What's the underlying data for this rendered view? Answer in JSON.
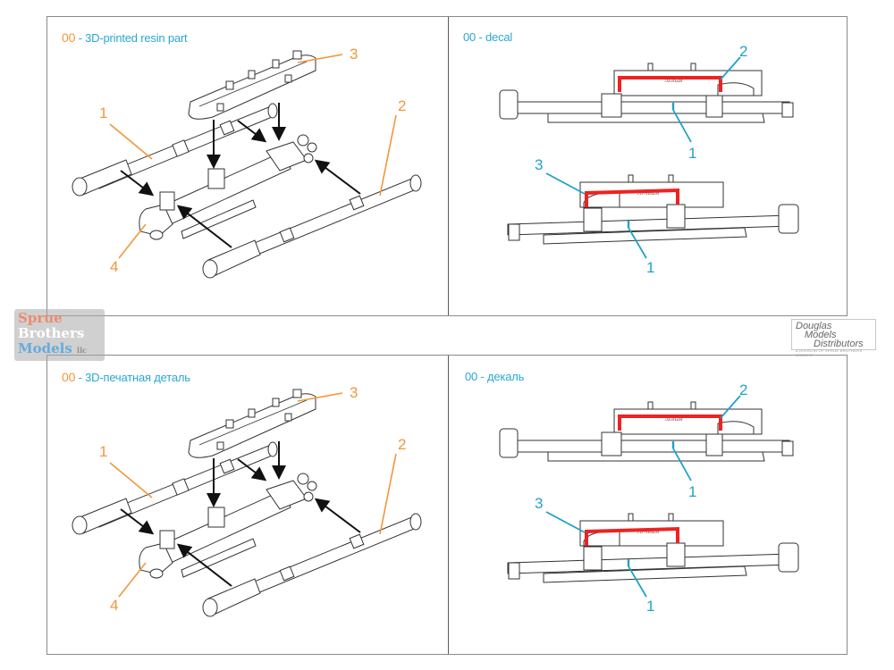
{
  "panels": [
    {
      "id": "top",
      "language": "en",
      "assembly": {
        "caption_number": "00",
        "caption_text": " - 3D-printed resin part",
        "callouts": [
          "1",
          "2",
          "3",
          "4"
        ]
      },
      "decal": {
        "caption_text": "00 - decal",
        "upper_view_callouts": [
          "2",
          "1"
        ],
        "lower_view_callouts": [
          "3",
          "1"
        ],
        "engraving_upper": "ЛЕВЫЙ",
        "engraving_lower": "ПРАВЫЙ"
      }
    },
    {
      "id": "bottom",
      "language": "ru",
      "assembly": {
        "caption_number": "00",
        "caption_text": " - 3D-печатная деталь",
        "callouts": [
          "1",
          "2",
          "3",
          "4"
        ]
      },
      "decal": {
        "caption_text": "00 - декаль",
        "upper_view_callouts": [
          "2",
          "1"
        ],
        "lower_view_callouts": [
          "3",
          "1"
        ],
        "engraving_upper": "ЛЕВЫЙ",
        "engraving_lower": "ПРАВЫЙ"
      }
    }
  ],
  "watermarks": {
    "left": {
      "line1": "Sprue",
      "line2": "Brothers",
      "line3": "Models",
      "suffix": "llc"
    },
    "right": {
      "line1": "Douglas",
      "line2": "Models",
      "line3": "Distributors",
      "tagline": "A DIVISION OF SPRUE BROTHERS MODELS"
    }
  },
  "colors": {
    "part_number": "#f2973a",
    "caption_text": "#2aa7d4",
    "callout_assembly": "#f2973a",
    "callout_decal": "#1fa2c9",
    "decal_red": "#ee2222",
    "decal_blue": "#1fa2c9",
    "frame": "#8a8a8a"
  }
}
